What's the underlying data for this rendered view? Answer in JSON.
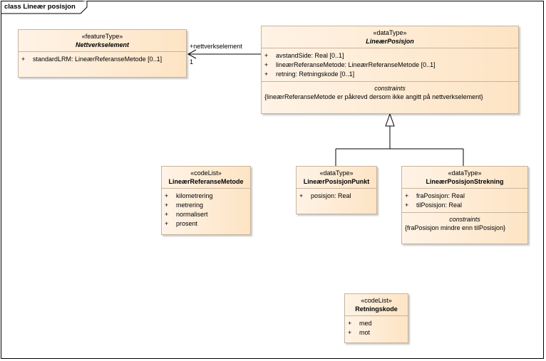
{
  "diagram": {
    "title": "class Lineær posisjon"
  },
  "classes": {
    "nettverkselement": {
      "stereotype": "«featureType»",
      "name": "Nettverkselement",
      "attributes": [
        {
          "vis": "+",
          "text": "standardLRM: LineærReferanseMetode [0..1]"
        }
      ]
    },
    "linearPosisjon": {
      "stereotype": "«dataType»",
      "name": "LineærPosisjon",
      "attributes": [
        {
          "vis": "+",
          "text": "avstandSide: Real [0..1]"
        },
        {
          "vis": "+",
          "text": "lineærReferanseMetode: LineærReferanseMetode [0..1]"
        },
        {
          "vis": "+",
          "text": "retning: Retningskode [0..1]"
        }
      ],
      "constraints_title": "constraints",
      "constraints": "{lineærReferanseMetode er påkrevd dersom ikke angitt på nettverkselement}"
    },
    "linearReferanseMetode": {
      "stereotype": "«codeList»",
      "name": "LineærReferanseMetode",
      "attributes": [
        {
          "vis": "+",
          "text": "kilometrering"
        },
        {
          "vis": "+",
          "text": "metrering"
        },
        {
          "vis": "+",
          "text": "normalisert"
        },
        {
          "vis": "+",
          "text": "prosent"
        }
      ]
    },
    "linearPosisjonPunkt": {
      "stereotype": "«dataType»",
      "name": "LineærPosisjonPunkt",
      "attributes": [
        {
          "vis": "+",
          "text": "posisjon: Real"
        }
      ]
    },
    "linearPosisjonStrekning": {
      "stereotype": "«dataType»",
      "name": "LineærPosisjonStrekning",
      "attributes": [
        {
          "vis": "+",
          "text": "fraPosisjon: Real"
        },
        {
          "vis": "+",
          "text": "tilPosisjon: Real"
        }
      ],
      "constraints_title": "constraints",
      "constraints": "{fraPosisjon mindre enn tilPosisjon}"
    },
    "retningskode": {
      "stereotype": "«codeList»",
      "name": "Retningskode",
      "attributes": [
        {
          "vis": "+",
          "text": "med"
        },
        {
          "vis": "+",
          "text": "mot"
        }
      ]
    }
  },
  "association": {
    "role": "+nettverkselement",
    "multiplicity": "1"
  }
}
